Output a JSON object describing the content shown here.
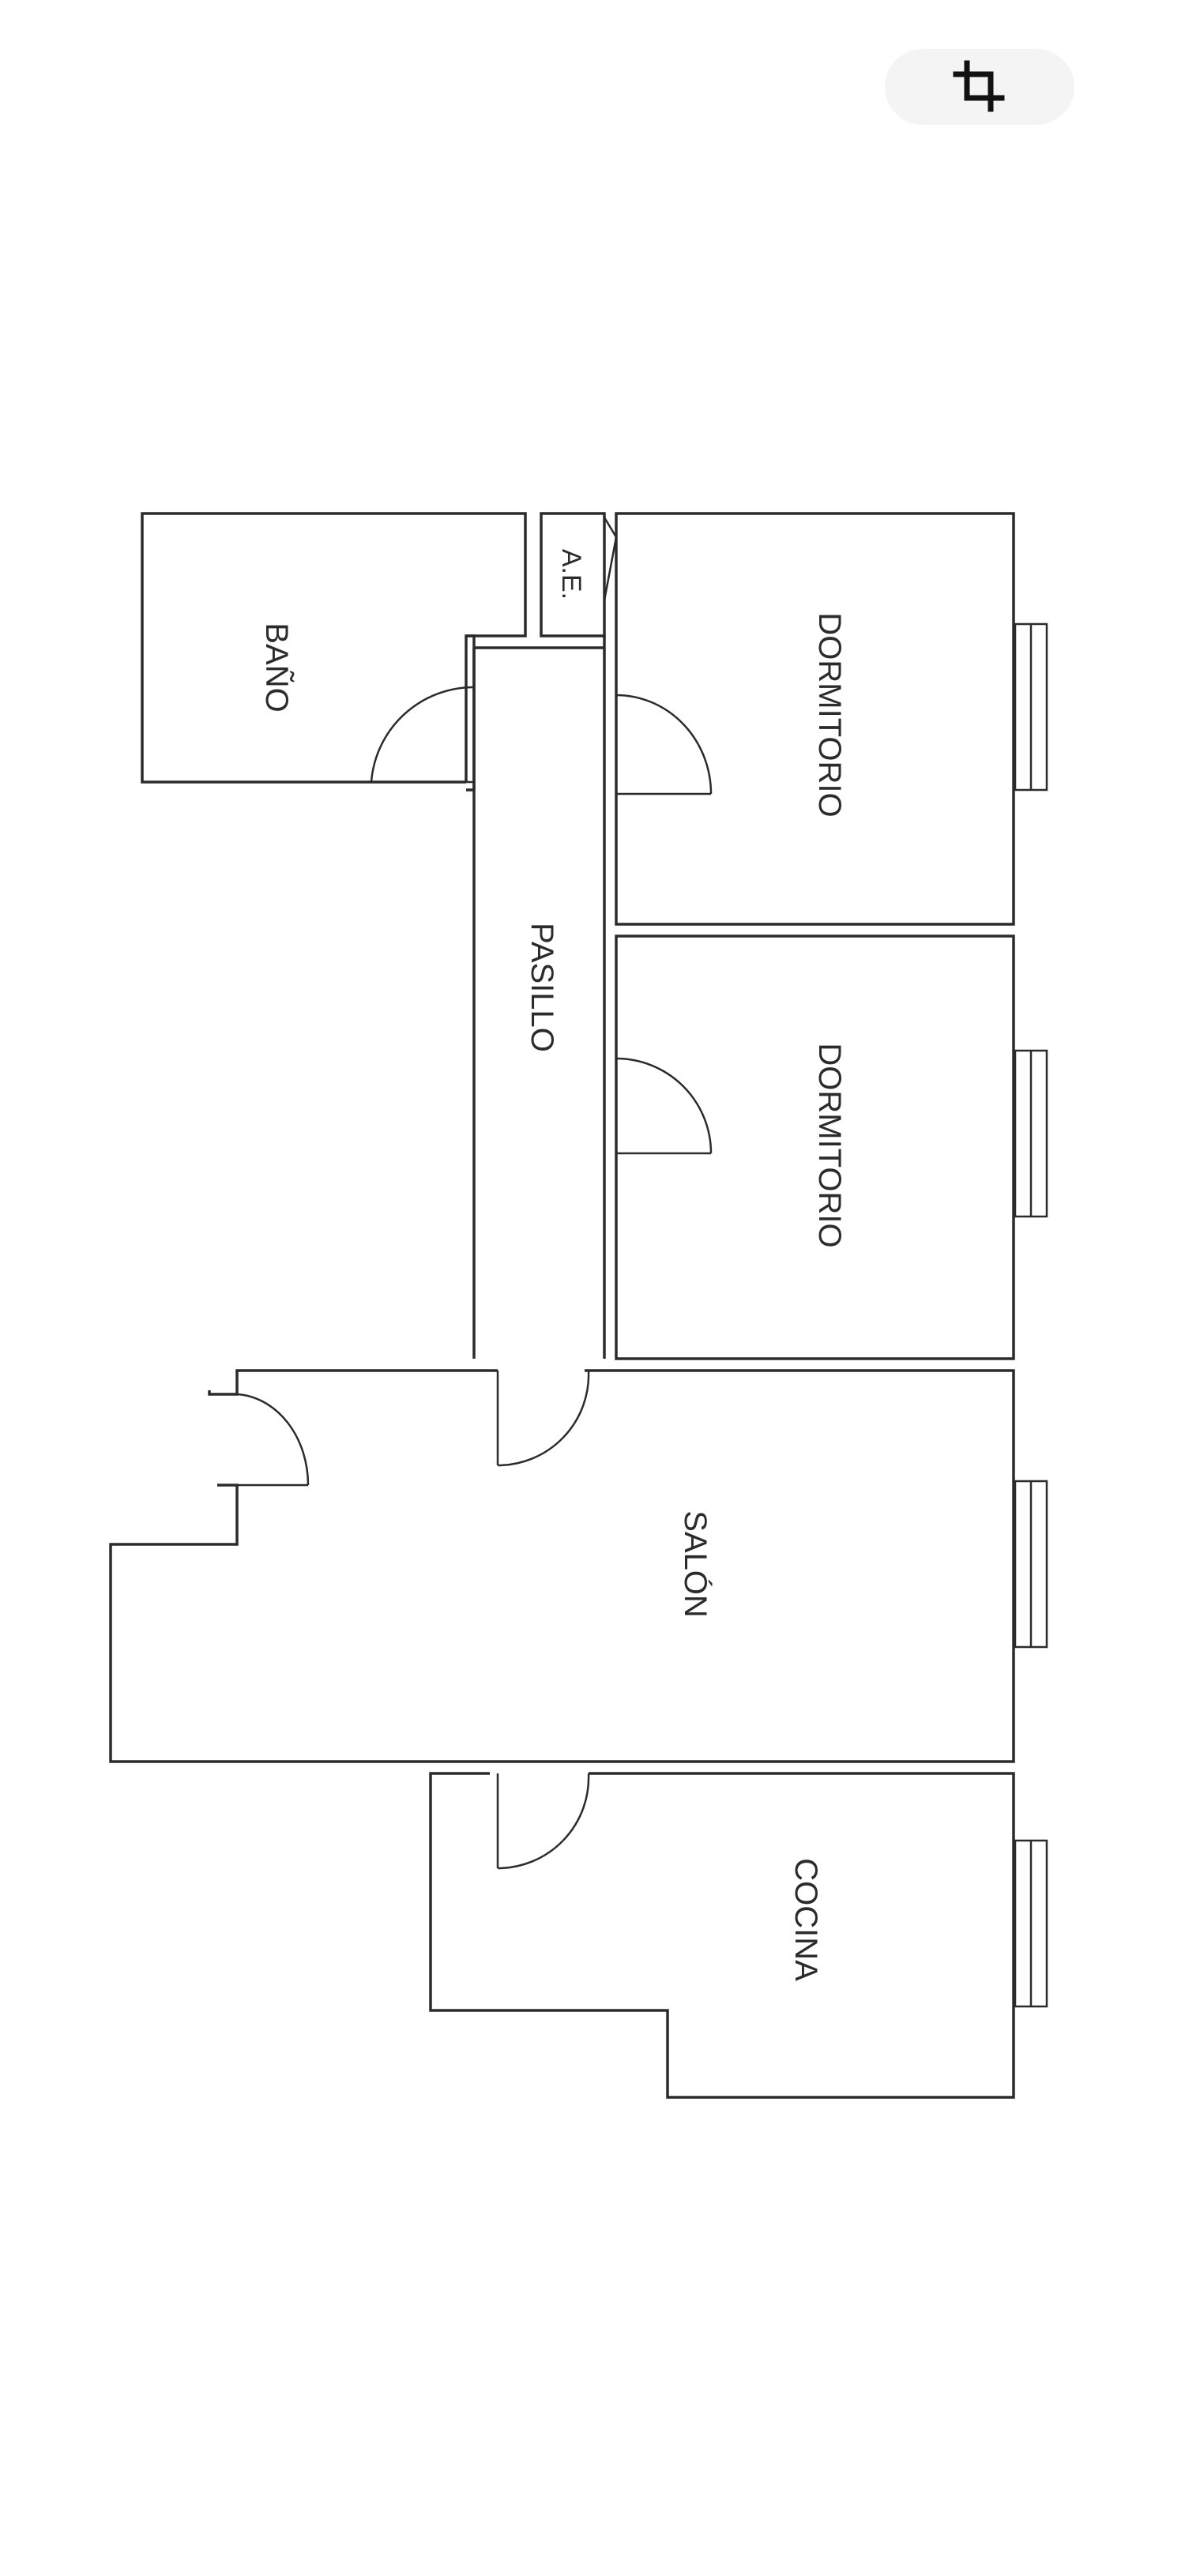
{
  "toolbar": {
    "crop_icon": "crop-icon"
  },
  "plan": {
    "rooms": {
      "bano": "BAÑO",
      "ae": "A.E.",
      "dormitorio_1": "DORMITORIO",
      "pasillo": "PASILLO",
      "dormitorio_2": "DORMITORIO",
      "salon": "SALÓN",
      "cocina": "COCINA"
    }
  }
}
